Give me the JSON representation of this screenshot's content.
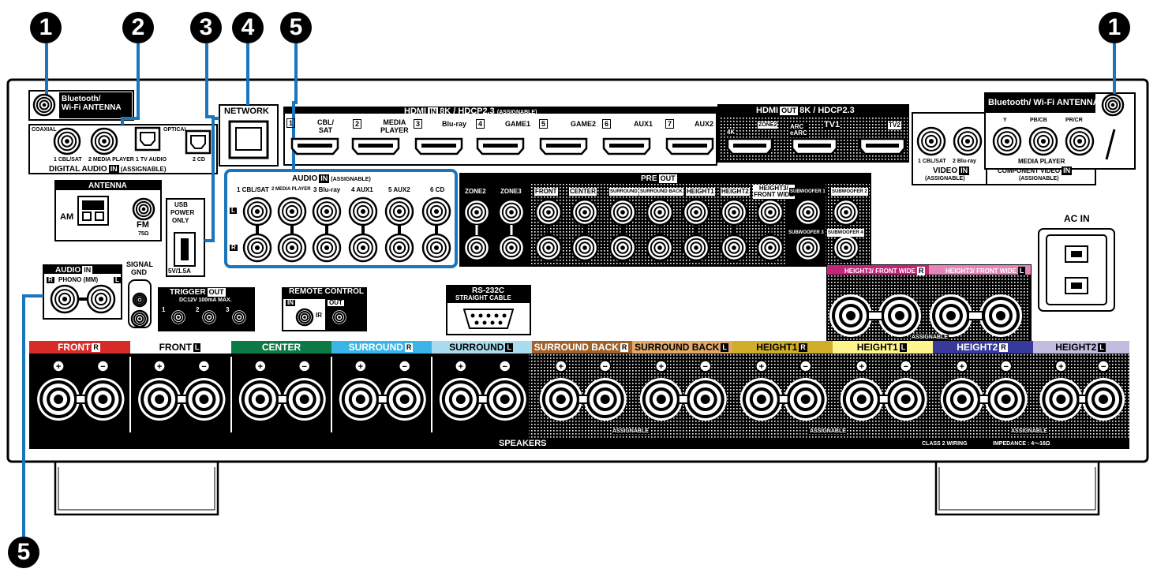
{
  "callouts": {
    "c1": "1",
    "c2": "2",
    "c3": "3",
    "c4": "4",
    "c5": "5"
  },
  "bt": {
    "left": "Bluetooth/\nWi-Fi ANTENNA",
    "right": "Bluetooth/ Wi-Fi ANTENNA"
  },
  "digital": {
    "coaxial": "COAXIAL",
    "optical": "OPTICAL",
    "cbl": "1 CBL/SAT",
    "mp": "2 MEDIA PLAYER",
    "tv": "1 TV AUDIO",
    "cd": "2 CD",
    "title": "DIGITAL AUDIO",
    "in": "IN",
    "assign": "(ASSIGNABLE)"
  },
  "antenna": {
    "title": "ANTENNA",
    "am": "AM",
    "fm": "FM",
    "ohm": "75Ω"
  },
  "usb": {
    "l1": "USB",
    "l2": "POWER",
    "l3": "ONLY",
    "rating": "5V/1.5A"
  },
  "network": "NETWORK",
  "hdmi_in": {
    "title": "HDMI",
    "in": "IN",
    "spec": "8K / HDCP2.3",
    "assign": "(ASSIGNABLE)",
    "ports": [
      {
        "num": "1",
        "label": "CBL/\nSAT"
      },
      {
        "num": "2",
        "label": "MEDIA\nPLAYER"
      },
      {
        "num": "3",
        "label": "Blu-ray"
      },
      {
        "num": "4",
        "label": "GAME1"
      },
      {
        "num": "5",
        "label": "GAME2"
      },
      {
        "num": "6",
        "label": "AUX1"
      },
      {
        "num": "7",
        "label": "AUX2"
      }
    ]
  },
  "hdmi_out": {
    "title": "HDMI",
    "out": "OUT",
    "spec": "8K / HDCP2.3",
    "k4": "4K",
    "zone2": "ZONE2",
    "arc": "ARC\neARC",
    "tv1": "TV1",
    "tv2": "TV2"
  },
  "video_in": {
    "cbl": "1 CBL/SAT",
    "bluray": "2 Blu-ray",
    "title": "VIDEO",
    "in": "IN",
    "assign": "(ASSIGNABLE)"
  },
  "component": {
    "y": "Y",
    "pb": "PB/CB",
    "pr": "PR/CR",
    "mp": "MEDIA PLAYER",
    "title": "COMPONENT VIDEO",
    "in": "IN",
    "assign": "(ASSIGNABLE)"
  },
  "audio_in": {
    "title": "AUDIO",
    "in": "IN",
    "assign": "(ASSIGNABLE)",
    "l": "L",
    "r": "R",
    "labels": [
      "1 CBL/SAT",
      "2 MEDIA PLAYER",
      "3 Blu-ray",
      "4 AUX1",
      "5 AUX2",
      "6 CD"
    ]
  },
  "pre_out": {
    "title": "PRE",
    "out": "OUT",
    "labels": [
      "ZONE2",
      "ZONE3",
      "FRONT",
      "CENTER",
      "SURROUND",
      "SURROUND BACK",
      "HEIGHT1",
      "HEIGHT2",
      "HEIGHT3/\nFRONT WIDE",
      "SUBWOOFER 1",
      "SUBWOOFER 2",
      "SUBWOOFER 3",
      "SUBWOOFER 4"
    ]
  },
  "ac_in": "AC IN",
  "phono": {
    "title": "AUDIO",
    "in": "IN",
    "label": "PHONO (MM)",
    "r": "R",
    "l": "L",
    "gnd1": "SIGNAL",
    "gnd2": "GND"
  },
  "trigger": {
    "title": "TRIGGER",
    "out": "OUT",
    "spec": "DC12V 100mA MAX.",
    "n1": "1",
    "n2": "2",
    "n3": "3"
  },
  "remote": {
    "title": "REMOTE CONTROL",
    "in": "IN",
    "out": "OUT",
    "ir": "IR"
  },
  "rs232": {
    "title": "RS-232C",
    "sub": "STRAIGHT CABLE"
  },
  "height3": {
    "a": "HEIGHT3/",
    "b": "FRONT WIDE",
    "r": "R",
    "l": "L",
    "assign": "ASSIGNABLE"
  },
  "speakers": {
    "title": "SPEAKERS",
    "class2": "CLASS 2 WIRING",
    "impedance": "IMPEDANCE : 4～16Ω",
    "assign1": "ASSIGNABLE",
    "assign2": "ASSIGNABLE",
    "assign3": "ASSIGNABLE",
    "channels": [
      {
        "name": "FRONT",
        "side": "R",
        "color": "#d62b26"
      },
      {
        "name": "FRONT",
        "side": "L",
        "color": "#ffffff"
      },
      {
        "name": "CENTER",
        "side": "",
        "color": "#0b7a45"
      },
      {
        "name": "SURROUND",
        "side": "R",
        "color": "#3ab6e6"
      },
      {
        "name": "SURROUND",
        "side": "L",
        "color": "#a9dcee"
      },
      {
        "name": "SURROUND BACK",
        "side": "R",
        "color": "#a0612a"
      },
      {
        "name": "SURROUND BACK",
        "side": "L",
        "color": "#e1a867"
      },
      {
        "name": "HEIGHT1",
        "side": "R",
        "color": "#d2ad2b"
      },
      {
        "name": "HEIGHT1",
        "side": "L",
        "color": "#fff58d"
      },
      {
        "name": "HEIGHT2",
        "side": "R",
        "color": "#37399c"
      },
      {
        "name": "HEIGHT2",
        "side": "L",
        "color": "#c2bde0"
      }
    ]
  },
  "colors": {
    "callout_line": "#1b75bb",
    "height3_r": "#c3257a",
    "height3_l": "#e486b7"
  }
}
